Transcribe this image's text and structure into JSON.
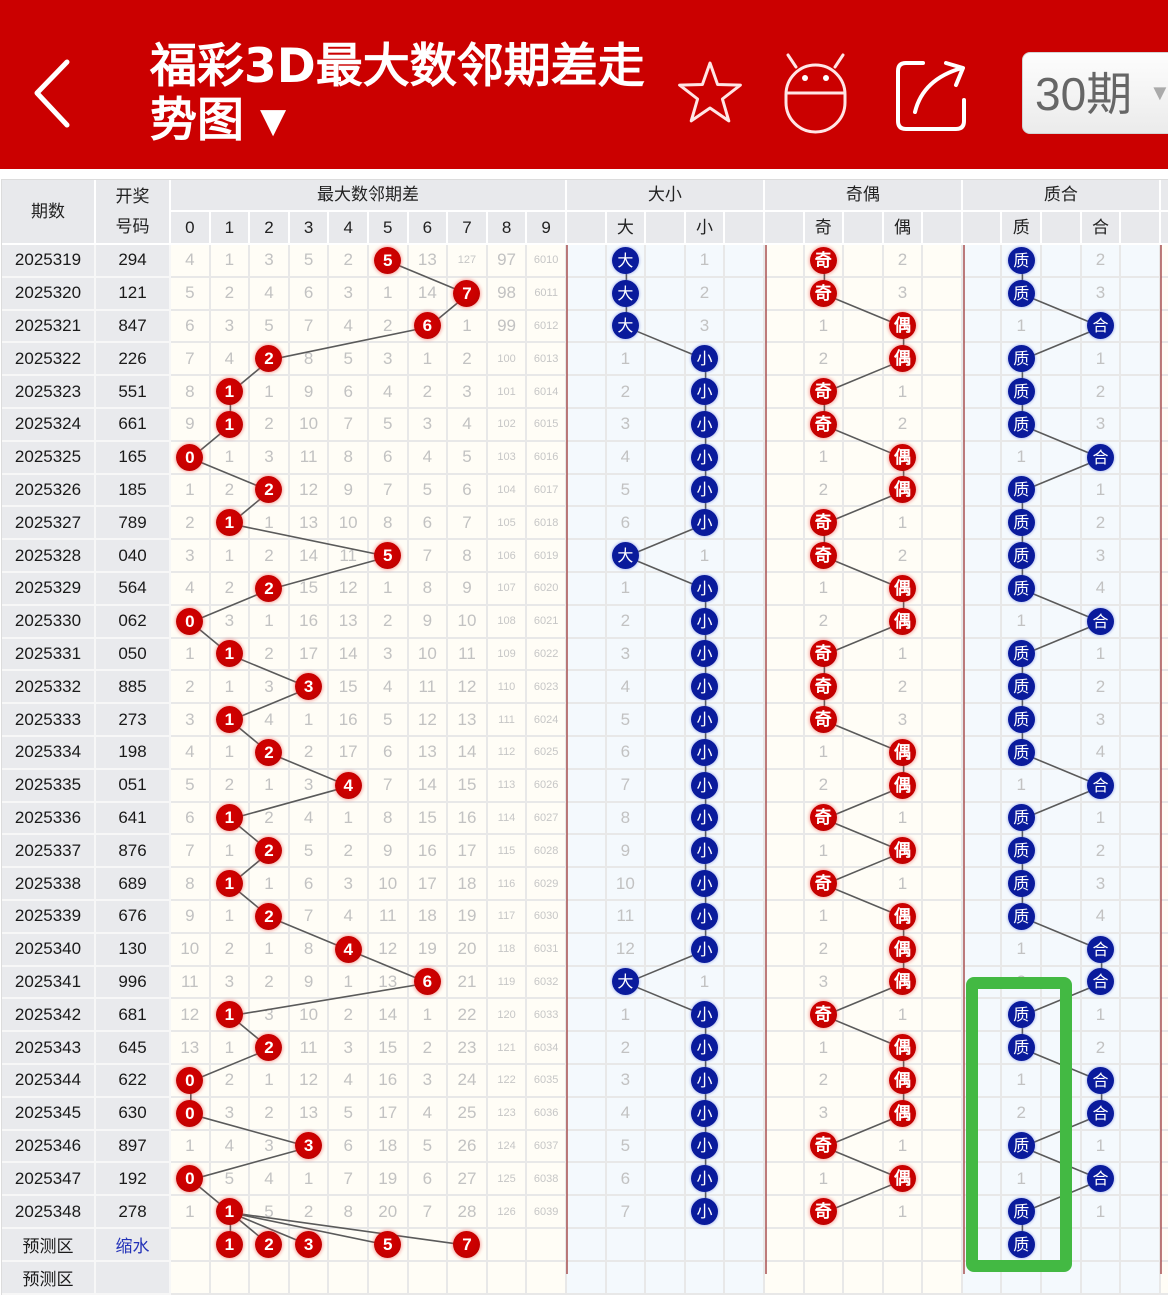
{
  "topbar": {
    "back_icon": "chevron-left-icon",
    "title_lines": [
      "福彩3D最大数邻期差走",
      "势图"
    ],
    "title_arrow": "▼",
    "actions": [
      {
        "name": "favorite",
        "icon": "star-icon"
      },
      {
        "name": "assistant",
        "icon": "robot-icon"
      },
      {
        "name": "share",
        "icon": "share-icon"
      }
    ],
    "period_select": {
      "value": "30期",
      "arrow": "▼"
    }
  },
  "colors": {
    "brand_red": "#cb0000",
    "ball_red": "#c40000",
    "ball_blue": "#0a1b9c",
    "link_blue": "#2332b8",
    "highlight_green": "#43b943"
  },
  "table": {
    "headers": {
      "issue": "期数",
      "draw": [
        "开奖",
        "号码"
      ],
      "groups": [
        {
          "title": "最大数邻期差",
          "subcols": [
            "0",
            "1",
            "2",
            "3",
            "4",
            "5",
            "6",
            "7",
            "8",
            "9"
          ]
        },
        {
          "title": "大小",
          "subcols": [
            "",
            "大",
            "",
            "小",
            ""
          ]
        },
        {
          "title": "奇偶",
          "subcols": [
            "",
            "奇",
            "",
            "偶",
            ""
          ]
        },
        {
          "title": "质合",
          "subcols": [
            "",
            "质",
            "",
            "合",
            ""
          ]
        }
      ]
    },
    "rows": [
      {
        "issue": "2025319",
        "draw": "294",
        "diff": [
          4,
          1,
          3,
          5,
          2,
          5,
          13,
          127,
          97,
          6010
        ],
        "hit": 5,
        "size": [
          "大",
          1
        ],
        "parity": [
          "奇",
          2
        ],
        "prime": [
          "质",
          2
        ]
      },
      {
        "issue": "2025320",
        "draw": "121",
        "diff": [
          5,
          2,
          4,
          6,
          3,
          1,
          14,
          7,
          98,
          6011
        ],
        "hit": 7,
        "size": [
          "大",
          2
        ],
        "parity": [
          "奇",
          3
        ],
        "prime": [
          "质",
          3
        ]
      },
      {
        "issue": "2025321",
        "draw": "847",
        "diff": [
          6,
          3,
          5,
          7,
          4,
          2,
          6,
          1,
          99,
          6012
        ],
        "hit": 6,
        "size": [
          "大",
          3
        ],
        "parity": [
          1,
          "偶"
        ],
        "prime": [
          1,
          "合"
        ]
      },
      {
        "issue": "2025322",
        "draw": "226",
        "diff": [
          7,
          4,
          2,
          8,
          5,
          3,
          1,
          2,
          100,
          6013
        ],
        "hit": 2,
        "size": [
          1,
          "小"
        ],
        "parity": [
          2,
          "偶"
        ],
        "prime": [
          "质",
          1
        ]
      },
      {
        "issue": "2025323",
        "draw": "551",
        "diff": [
          8,
          1,
          1,
          9,
          6,
          4,
          2,
          3,
          101,
          6014
        ],
        "hit": 1,
        "size": [
          2,
          "小"
        ],
        "parity": [
          "奇",
          1
        ],
        "prime": [
          "质",
          2
        ]
      },
      {
        "issue": "2025324",
        "draw": "661",
        "diff": [
          9,
          1,
          2,
          10,
          7,
          5,
          3,
          4,
          102,
          6015
        ],
        "hit": 1,
        "size": [
          3,
          "小"
        ],
        "parity": [
          "奇",
          2
        ],
        "prime": [
          "质",
          3
        ]
      },
      {
        "issue": "2025325",
        "draw": "165",
        "diff": [
          0,
          1,
          3,
          11,
          8,
          6,
          4,
          5,
          103,
          6016
        ],
        "hit": 0,
        "size": [
          4,
          "小"
        ],
        "parity": [
          1,
          "偶"
        ],
        "prime": [
          1,
          "合"
        ]
      },
      {
        "issue": "2025326",
        "draw": "185",
        "diff": [
          1,
          2,
          2,
          12,
          9,
          7,
          5,
          6,
          104,
          6017
        ],
        "hit": 2,
        "size": [
          5,
          "小"
        ],
        "parity": [
          2,
          "偶"
        ],
        "prime": [
          "质",
          1
        ]
      },
      {
        "issue": "2025327",
        "draw": "789",
        "diff": [
          2,
          1,
          1,
          13,
          10,
          8,
          6,
          7,
          105,
          6018
        ],
        "hit": 1,
        "size": [
          6,
          "小"
        ],
        "parity": [
          "奇",
          1
        ],
        "prime": [
          "质",
          2
        ]
      },
      {
        "issue": "2025328",
        "draw": "040",
        "diff": [
          3,
          1,
          2,
          14,
          11,
          5,
          7,
          8,
          106,
          6019
        ],
        "hit": 5,
        "size": [
          "大",
          1
        ],
        "parity": [
          "奇",
          2
        ],
        "prime": [
          "质",
          3
        ]
      },
      {
        "issue": "2025329",
        "draw": "564",
        "diff": [
          4,
          2,
          2,
          15,
          12,
          1,
          8,
          9,
          107,
          6020
        ],
        "hit": 2,
        "size": [
          1,
          "小"
        ],
        "parity": [
          1,
          "偶"
        ],
        "prime": [
          "质",
          4
        ]
      },
      {
        "issue": "2025330",
        "draw": "062",
        "diff": [
          0,
          3,
          1,
          16,
          13,
          2,
          9,
          10,
          108,
          6021
        ],
        "hit": 0,
        "size": [
          2,
          "小"
        ],
        "parity": [
          2,
          "偶"
        ],
        "prime": [
          1,
          "合"
        ]
      },
      {
        "issue": "2025331",
        "draw": "050",
        "diff": [
          1,
          1,
          2,
          17,
          14,
          3,
          10,
          11,
          109,
          6022
        ],
        "hit": 1,
        "size": [
          3,
          "小"
        ],
        "parity": [
          "奇",
          1
        ],
        "prime": [
          "质",
          1
        ]
      },
      {
        "issue": "2025332",
        "draw": "885",
        "diff": [
          2,
          1,
          3,
          3,
          15,
          4,
          11,
          12,
          110,
          6023
        ],
        "hit": 3,
        "size": [
          4,
          "小"
        ],
        "parity": [
          "奇",
          2
        ],
        "prime": [
          "质",
          2
        ]
      },
      {
        "issue": "2025333",
        "draw": "273",
        "diff": [
          3,
          1,
          4,
          1,
          16,
          5,
          12,
          13,
          111,
          6024
        ],
        "hit": 1,
        "size": [
          5,
          "小"
        ],
        "parity": [
          "奇",
          3
        ],
        "prime": [
          "质",
          3
        ]
      },
      {
        "issue": "2025334",
        "draw": "198",
        "diff": [
          4,
          1,
          2,
          2,
          17,
          6,
          13,
          14,
          112,
          6025
        ],
        "hit": 2,
        "size": [
          6,
          "小"
        ],
        "parity": [
          1,
          "偶"
        ],
        "prime": [
          "质",
          4
        ]
      },
      {
        "issue": "2025335",
        "draw": "051",
        "diff": [
          5,
          2,
          1,
          3,
          4,
          7,
          14,
          15,
          113,
          6026
        ],
        "hit": 4,
        "size": [
          7,
          "小"
        ],
        "parity": [
          2,
          "偶"
        ],
        "prime": [
          1,
          "合"
        ]
      },
      {
        "issue": "2025336",
        "draw": "641",
        "diff": [
          6,
          1,
          2,
          4,
          1,
          8,
          15,
          16,
          114,
          6027
        ],
        "hit": 1,
        "size": [
          8,
          "小"
        ],
        "parity": [
          "奇",
          1
        ],
        "prime": [
          "质",
          1
        ]
      },
      {
        "issue": "2025337",
        "draw": "876",
        "diff": [
          7,
          1,
          2,
          5,
          2,
          9,
          16,
          17,
          115,
          6028
        ],
        "hit": 2,
        "size": [
          9,
          "小"
        ],
        "parity": [
          1,
          "偶"
        ],
        "prime": [
          "质",
          2
        ]
      },
      {
        "issue": "2025338",
        "draw": "689",
        "diff": [
          8,
          1,
          1,
          6,
          3,
          10,
          17,
          18,
          116,
          6029
        ],
        "hit": 1,
        "size": [
          10,
          "小"
        ],
        "parity": [
          "奇",
          1
        ],
        "prime": [
          "质",
          3
        ]
      },
      {
        "issue": "2025339",
        "draw": "676",
        "diff": [
          9,
          1,
          2,
          7,
          4,
          11,
          18,
          19,
          117,
          6030
        ],
        "hit": 2,
        "size": [
          11,
          "小"
        ],
        "parity": [
          1,
          "偶"
        ],
        "prime": [
          "质",
          4
        ]
      },
      {
        "issue": "2025340",
        "draw": "130",
        "diff": [
          10,
          2,
          1,
          8,
          4,
          12,
          19,
          20,
          118,
          6031
        ],
        "hit": 4,
        "size": [
          12,
          "小"
        ],
        "parity": [
          2,
          "偶"
        ],
        "prime": [
          1,
          "合"
        ]
      },
      {
        "issue": "2025341",
        "draw": "996",
        "diff": [
          11,
          3,
          2,
          9,
          1,
          13,
          6,
          21,
          119,
          6032
        ],
        "hit": 6,
        "size": [
          "大",
          1
        ],
        "parity": [
          3,
          "偶"
        ],
        "prime": [
          2,
          "合"
        ]
      },
      {
        "issue": "2025342",
        "draw": "681",
        "diff": [
          12,
          1,
          3,
          10,
          2,
          14,
          1,
          22,
          120,
          6033
        ],
        "hit": 1,
        "size": [
          1,
          "小"
        ],
        "parity": [
          "奇",
          1
        ],
        "prime": [
          "质",
          1
        ]
      },
      {
        "issue": "2025343",
        "draw": "645",
        "diff": [
          13,
          1,
          2,
          11,
          3,
          15,
          2,
          23,
          121,
          6034
        ],
        "hit": 2,
        "size": [
          2,
          "小"
        ],
        "parity": [
          1,
          "偶"
        ],
        "prime": [
          "质",
          2
        ]
      },
      {
        "issue": "2025344",
        "draw": "622",
        "diff": [
          0,
          2,
          1,
          12,
          4,
          16,
          3,
          24,
          122,
          6035
        ],
        "hit": 0,
        "size": [
          3,
          "小"
        ],
        "parity": [
          2,
          "偶"
        ],
        "prime": [
          1,
          "合"
        ]
      },
      {
        "issue": "2025345",
        "draw": "630",
        "diff": [
          0,
          3,
          2,
          13,
          5,
          17,
          4,
          25,
          123,
          6036
        ],
        "hit": 0,
        "size": [
          4,
          "小"
        ],
        "parity": [
          3,
          "偶"
        ],
        "prime": [
          2,
          "合"
        ]
      },
      {
        "issue": "2025346",
        "draw": "897",
        "diff": [
          1,
          4,
          3,
          3,
          6,
          18,
          5,
          26,
          124,
          6037
        ],
        "hit": 3,
        "size": [
          5,
          "小"
        ],
        "parity": [
          "奇",
          1
        ],
        "prime": [
          "质",
          1
        ]
      },
      {
        "issue": "2025347",
        "draw": "192",
        "diff": [
          0,
          5,
          4,
          1,
          7,
          19,
          6,
          27,
          125,
          6038
        ],
        "hit": 0,
        "size": [
          6,
          "小"
        ],
        "parity": [
          1,
          "偶"
        ],
        "prime": [
          1,
          "合"
        ]
      },
      {
        "issue": "2025348",
        "draw": "278",
        "diff": [
          1,
          1,
          5,
          2,
          8,
          20,
          7,
          28,
          126,
          6039
        ],
        "hit": 1,
        "size": [
          7,
          "小"
        ],
        "parity": [
          "奇",
          1
        ],
        "prime": [
          "质",
          1
        ]
      }
    ],
    "prediction": {
      "label": "预测区",
      "draw": "缩水",
      "diff_balls": [
        1,
        2,
        3,
        5,
        7
      ],
      "prime_ball": "质"
    },
    "extra_row": {
      "label": "预测区"
    }
  }
}
